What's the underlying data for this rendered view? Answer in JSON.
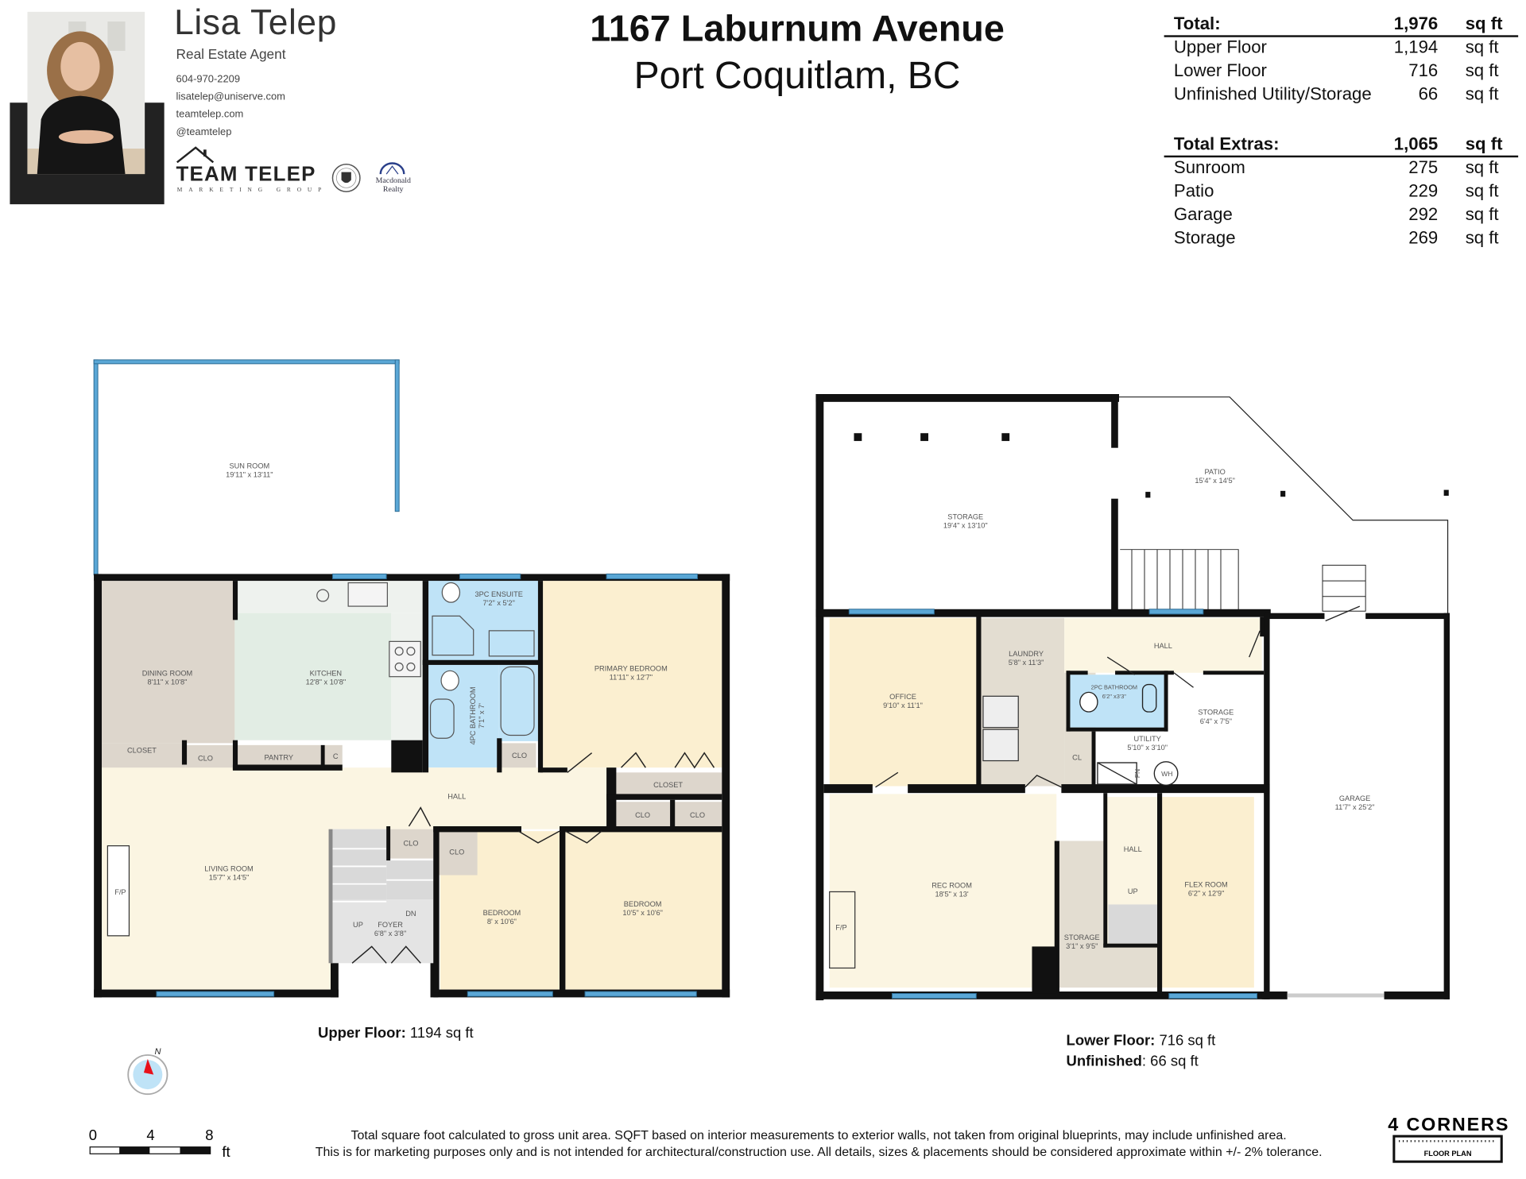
{
  "agent": {
    "name": "Lisa Telep",
    "title": "Real Estate Agent",
    "phone": "604-970-2209",
    "email": "lisatelep@uniserve.com",
    "website": "teamtelep.com",
    "social": "@teamtelep",
    "team_logo": "TEAM TELEP",
    "team_logo_sub": "MARKETING GROUP",
    "brokerage_logo": "Macdonald Realty"
  },
  "property": {
    "address": "1167 Laburnum Avenue",
    "city": "Port Coquitlam, BC"
  },
  "summary": {
    "total": {
      "label": "Total:",
      "value": "1,976",
      "unit": "sq ft"
    },
    "rows": [
      {
        "label": "Upper Floor",
        "value": "1,194",
        "unit": "sq ft"
      },
      {
        "label": "Lower Floor",
        "value": "716",
        "unit": "sq ft"
      },
      {
        "label": "Unfinished Utility/Storage",
        "value": "66",
        "unit": "sq ft"
      }
    ],
    "extras_total": {
      "label": "Total Extras:",
      "value": "1,065",
      "unit": "sq ft"
    },
    "extras": [
      {
        "label": "Sunroom",
        "value": "275",
        "unit": "sq ft"
      },
      {
        "label": "Patio",
        "value": "229",
        "unit": "sq ft"
      },
      {
        "label": "Garage",
        "value": "292",
        "unit": "sq ft"
      },
      {
        "label": "Storage",
        "value": "269",
        "unit": "sq ft"
      }
    ]
  },
  "upper_floor": {
    "caption_label": "Upper Floor:",
    "caption_value": " 1194 sq ft",
    "rooms": [
      {
        "name": "SUN ROOM",
        "dims": "19'11\" x 13'11\""
      },
      {
        "name": "DINING ROOM",
        "dims": "8'11\" x 10'8\""
      },
      {
        "name": "KITCHEN",
        "dims": "12'8\" x 10'8\""
      },
      {
        "name": "3PC ENSUITE",
        "dims": "7'2\" x 5'2\""
      },
      {
        "name": "4PC BATHROOM",
        "dims": "7'1\" x 7'"
      },
      {
        "name": "PRIMARY BEDROOM",
        "dims": "11'11\" x 12'7\""
      },
      {
        "name": "LIVING ROOM",
        "dims": "15'7\" x 14'5\""
      },
      {
        "name": "FOYER",
        "dims": "6'8\" x 3'8\""
      },
      {
        "name": "BEDROOM",
        "dims": "8' x 10'6\""
      },
      {
        "name": "BEDROOM",
        "dims": "10'5\" x 10'6\""
      }
    ],
    "tags": [
      "CLOSET",
      "CLO",
      "PANTRY",
      "C",
      "CLO",
      "CLOSET",
      "CLO",
      "CLO",
      "HALL",
      "CLO",
      "CLO",
      "F/P",
      "UP",
      "DN"
    ]
  },
  "lower_floor": {
    "caption_label": "Lower Floor:",
    "caption_value": " 716 sq ft",
    "unfinished_label": "Unfinished",
    "unfinished_value": ": 66 sq ft",
    "rooms": [
      {
        "name": "STORAGE",
        "dims": "19'4\" x 13'10\""
      },
      {
        "name": "PATIO",
        "dims": "15'4\" x 14'5\""
      },
      {
        "name": "OFFICE",
        "dims": "9'10\" x 11'1\""
      },
      {
        "name": "LAUNDRY",
        "dims": "5'8\" x 11'3\""
      },
      {
        "name": "2PC BATHROOM",
        "dims": "6'2\" x3'3\""
      },
      {
        "name": "STORAGE",
        "dims": "6'4\" x 7'5\""
      },
      {
        "name": "UTILITY",
        "dims": "5'10\" x 3'10\""
      },
      {
        "name": "GARAGE",
        "dims": "11'7\" x 25'2\""
      },
      {
        "name": "REC ROOM",
        "dims": "18'5\" x 13'"
      },
      {
        "name": "STORAGE",
        "dims": "3'1\" x 9'5\""
      },
      {
        "name": "FLEX ROOM",
        "dims": "6'2\" x 12'9\""
      }
    ],
    "tags": [
      "HALL",
      "CL",
      "HALL",
      "UP",
      "F/P",
      "WH",
      "FN"
    ]
  },
  "compass": {
    "north_label": "N"
  },
  "scale_bar": {
    "ticks": [
      "0",
      "4",
      "8"
    ],
    "unit": "ft"
  },
  "disclaimer": [
    "Total square foot calculated to gross unit area. SQFT based on interior measurements to exterior walls, not taken from original blueprints, may include unfinished area.",
    "This is for marketing purposes only and is not intended for architectural/construction use.  All details, sizes & placements should be considered approximate within +/- 2%  tolerance."
  ],
  "brand_logo": {
    "name": "4 CORNERS",
    "sub": "FLOOR PLAN"
  },
  "colors": {
    "wall": "#111111",
    "window": "#5aa7d6",
    "bedroom": "#fbefd0",
    "living": "#fbf5e2",
    "bath": "#bfe3f7",
    "closet": "#ddd6cc",
    "kitchen": "#e2ede4",
    "stairs": "#d9d9d9"
  }
}
